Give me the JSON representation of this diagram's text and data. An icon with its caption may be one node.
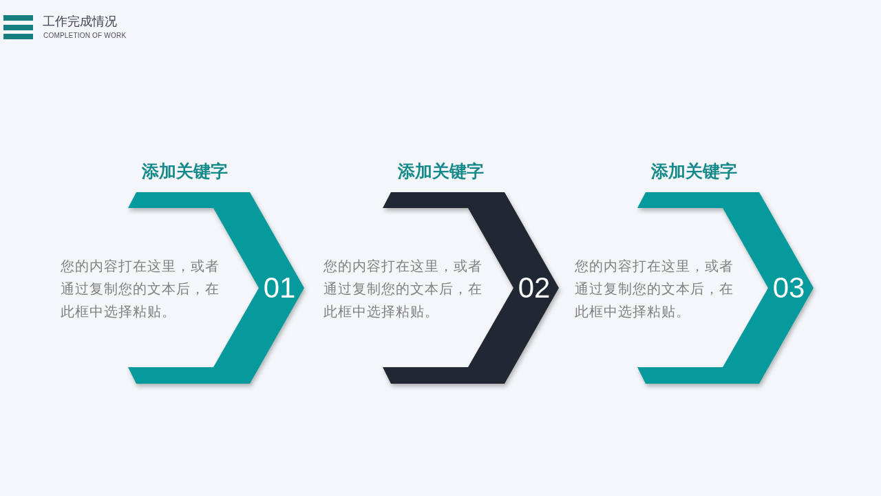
{
  "diagram": {
    "title": "工作完成情况",
    "nodes": [
      {
        "text": [
          "添加关键字",
          "01"
        ],
        "beside": [
          "您的内容打在这里，或者通过复制您的文本后，在此框中选择粘贴。"
        ]
      },
      {
        "text": [
          "添加关键字",
          "02"
        ],
        "beside": [
          "您的内容打在这里，或者通过复制您的文本后，在此框中选择粘贴。"
        ]
      },
      {
        "text": [
          "添加关键字",
          "03"
        ],
        "beside": [
          "您的内容打在这里，或者通过复制您的文本后，在此框中选择粘贴。"
        ]
      }
    ],
    "labels": [
      "COMPLETION OF WORK"
    ]
  }
}
